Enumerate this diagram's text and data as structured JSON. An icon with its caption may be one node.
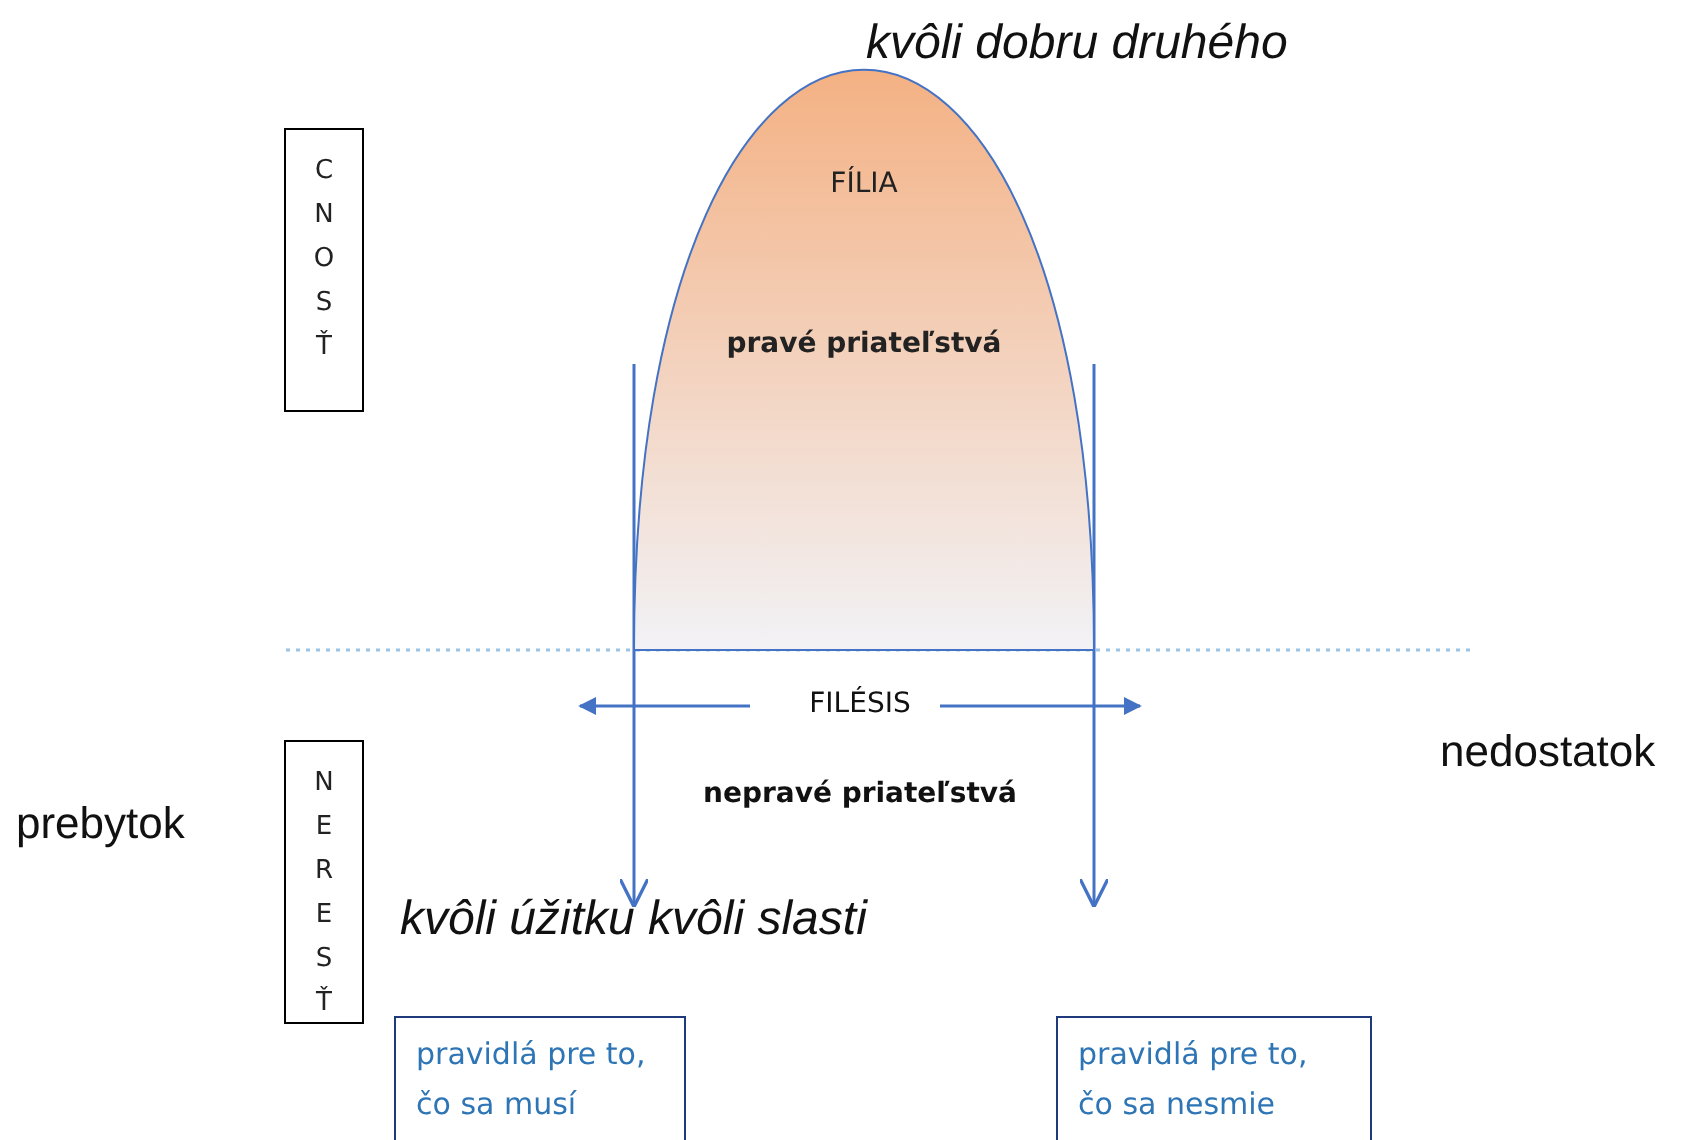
{
  "diagram": {
    "nodes": [
      {
        "text": [
          "CNOSŤ"
        ]
      },
      {
        "text": [
          "NERESŤ"
        ]
      },
      {
        "text": [
          "FÍLIA",
          "pravé priateľstvá"
        ]
      },
      {
        "text": [
          "pravidlá pre to, čo sa musí"
        ]
      },
      {
        "text": [
          "pravidlá pre to, čo sa nesmie"
        ]
      }
    ],
    "labels": [
      "kvôli dobru druhého",
      "FILÉSIS",
      "nepravé priateľstvá",
      "prebytok",
      "nedostatok",
      "kvôli úžitku kvôli slasti"
    ]
  }
}
